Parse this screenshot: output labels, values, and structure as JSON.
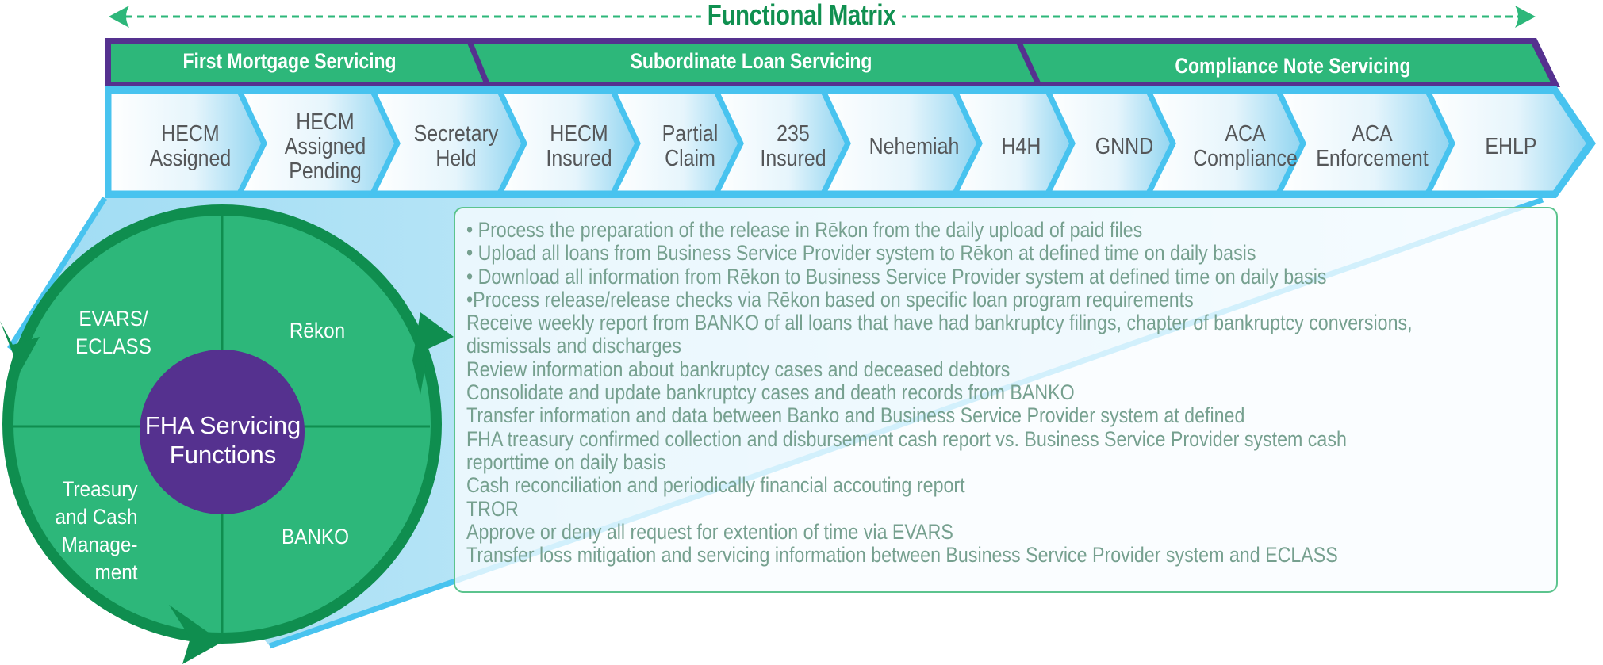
{
  "title": "Functional Matrix",
  "colors": {
    "green": "#2db77a",
    "dark_green": "#0f8e4f",
    "purple": "#55318f",
    "sky_blue": "#48c3ef",
    "light_blue": "#a8def4",
    "chevron_text": "#555759",
    "desc_text": "#76a08f",
    "desc_border": "#5cc48e"
  },
  "groups": [
    {
      "label": "First Mortgage Servicing"
    },
    {
      "label": "Subordinate Loan Servicing"
    },
    {
      "label": "Compliance Note Servicing"
    }
  ],
  "programs": [
    {
      "label": "HECM\nAssigned"
    },
    {
      "label": "HECM\nAssigned\nPending"
    },
    {
      "label": "Secretary\nHeld"
    },
    {
      "label": "HECM\nInsured"
    },
    {
      "label": "Partial\nClaim"
    },
    {
      "label": "235\nInsured"
    },
    {
      "label": "Nehemiah"
    },
    {
      "label": "H4H"
    },
    {
      "label": "GNND"
    },
    {
      "label": "ACA\nCompliance"
    },
    {
      "label": "ACA\nEnforcement"
    },
    {
      "label": "EHLP"
    }
  ],
  "wheel": {
    "center": "FHA Servicing\nFunctions",
    "quadrants": [
      {
        "label": "EVARS/\nECLASS"
      },
      {
        "label": "Rēkon"
      },
      {
        "label": "Treasury\nand Cash\nManage-\nment"
      },
      {
        "label": "BANKO"
      }
    ]
  },
  "descriptions": [
    "• Process the preparation of the release in Rēkon from the daily upload of paid files",
    "• Upload all loans from Business Service Provider system to Rēkon at defined time on daily basis",
    "• Download all information from Rēkon to Business Service Provider system at defined time on daily basis",
    "•Process release/release checks via Rēkon based on specific loan program requirements",
    "Receive weekly report from BANKO of all loans that have had bankruptcy filings, chapter of bankruptcy conversions,",
    "dismissals and discharges",
    "Review information about bankruptcy cases and deceased debtors",
    "Consolidate and update bankruptcy cases and death records from BANKO",
    "Transfer information and data between Banko and Business Service Provider system at defined",
    "FHA treasury confirmed collection and disbursement cash report vs. Business Service Provider system cash",
    "reporttime on daily basis",
    "Cash reconciliation and periodically financial accouting report",
    "TROR",
    "Approve or deny all request for extention of time via EVARS",
    "Transfer loss mitigation and servicing information between Business Service Provider system and ECLASS"
  ]
}
